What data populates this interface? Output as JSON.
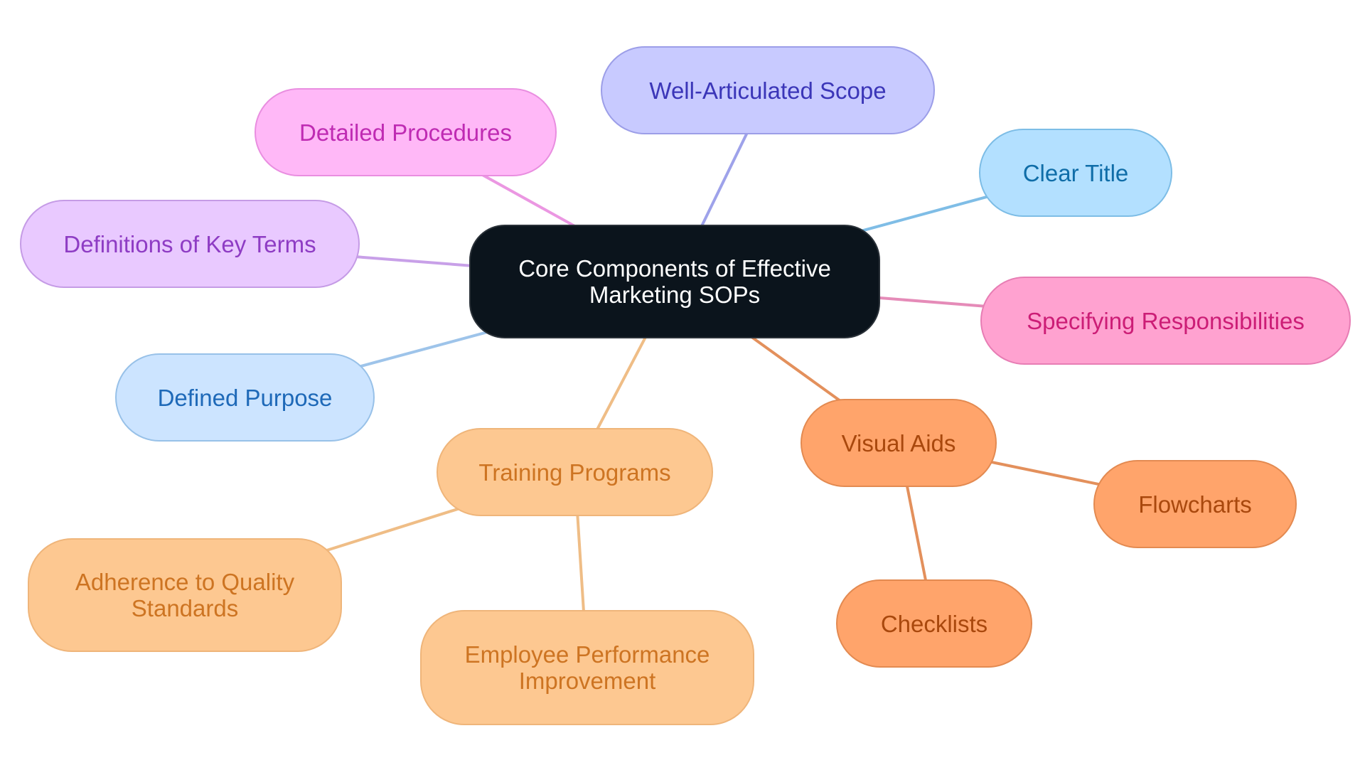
{
  "root": {
    "label": "Core Components of Effective\nMarketing SOPs",
    "fill": "#0b141c",
    "stroke": "#2a3138",
    "text_color": "#ffffff"
  },
  "nodes": [
    {
      "id": "well-articulated-scope",
      "label": "Well-Articulated Scope",
      "parent": "root",
      "fill": "#c8caff",
      "stroke": "#9c9ee8",
      "text_color": "#3b36b8",
      "edge": "#9ea2ea"
    },
    {
      "id": "clear-title",
      "label": "Clear Title",
      "parent": "root",
      "fill": "#b3e0ff",
      "stroke": "#7dbde6",
      "text_color": "#0f6da8",
      "edge": "#7fbde6"
    },
    {
      "id": "specifying-responsibilities",
      "label": "Specifying Responsibilities",
      "parent": "root",
      "fill": "#ffa2d0",
      "stroke": "#e77db4",
      "text_color": "#cc1d76",
      "edge": "#e58bb8"
    },
    {
      "id": "detailed-procedures",
      "label": "Detailed Procedures",
      "parent": "root",
      "fill": "#ffb8f7",
      "stroke": "#e98ee0",
      "text_color": "#bf2bb3",
      "edge": "#eb97e2"
    },
    {
      "id": "definitions-of-key-terms",
      "label": "Definitions of Key Terms",
      "parent": "root",
      "fill": "#e9c9ff",
      "stroke": "#c59be6",
      "text_color": "#8e3cc4",
      "edge": "#c8a0e8"
    },
    {
      "id": "defined-purpose",
      "label": "Defined Purpose",
      "parent": "root",
      "fill": "#cce4ff",
      "stroke": "#98c1e8",
      "text_color": "#1e69b8",
      "edge": "#9ec4ea"
    },
    {
      "id": "training-programs",
      "label": "Training Programs",
      "parent": "root",
      "fill": "#fdc891",
      "stroke": "#efb57a",
      "text_color": "#cd7422",
      "edge": "#efbd86"
    },
    {
      "id": "visual-aids",
      "label": "Visual Aids",
      "parent": "root",
      "fill": "#ffa46b",
      "stroke": "#e38a51",
      "text_color": "#a9480d",
      "edge": "#e3905c"
    },
    {
      "id": "adherence-to-quality-standards",
      "label": "Adherence to Quality\nStandards",
      "parent": "training-programs",
      "fill": "#fdc891",
      "stroke": "#efb57a",
      "text_color": "#cd7422",
      "edge": "#efbd86"
    },
    {
      "id": "employee-performance-improvement",
      "label": "Employee Performance\nImprovement",
      "parent": "training-programs",
      "fill": "#fdc891",
      "stroke": "#efb57a",
      "text_color": "#cd7422",
      "edge": "#efbd86"
    },
    {
      "id": "flowcharts",
      "label": "Flowcharts",
      "parent": "visual-aids",
      "fill": "#ffa46b",
      "stroke": "#e38a51",
      "text_color": "#a9480d",
      "edge": "#e3905c"
    },
    {
      "id": "checklists",
      "label": "Checklists",
      "parent": "visual-aids",
      "fill": "#ffa46b",
      "stroke": "#e38a51",
      "text_color": "#a9480d",
      "edge": "#e3905c"
    }
  ]
}
